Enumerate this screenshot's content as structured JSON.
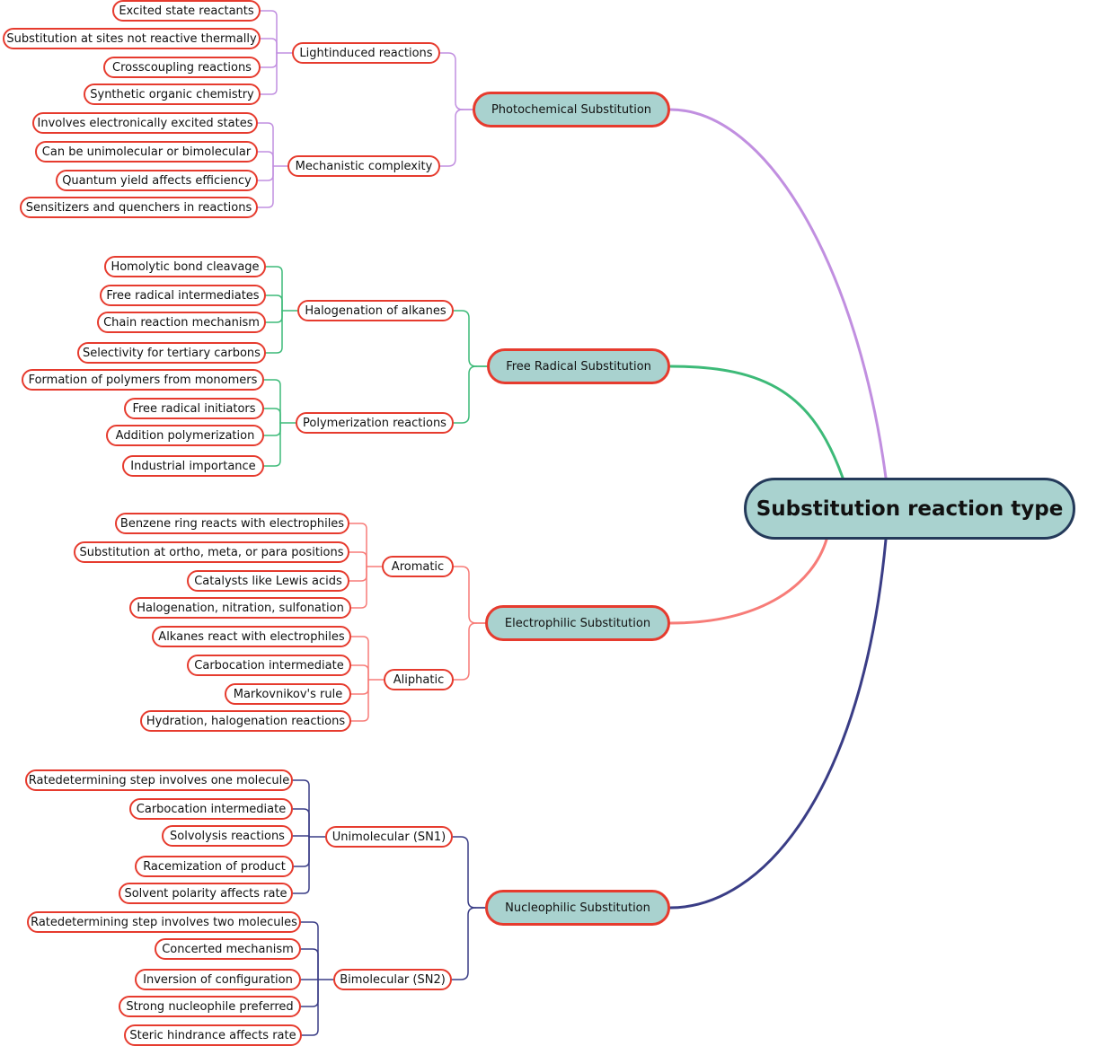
{
  "root": {
    "label": "Substitution reaction type"
  },
  "branches": [
    {
      "id": "photochemical",
      "label": "Photochemical Substitution",
      "color": "#c18fe0",
      "groups": [
        {
          "label": "Lightinduced reactions",
          "items": [
            "Excited state reactants",
            "Substitution at sites not reactive thermally",
            "Crosscoupling reactions",
            "Synthetic organic chemistry"
          ]
        },
        {
          "label": "Mechanistic complexity",
          "items": [
            "Involves electronically excited states",
            "Can be unimolecular or bimolecular",
            "Quantum yield affects efficiency",
            "Sensitizers and quenchers in reactions"
          ]
        }
      ]
    },
    {
      "id": "free-radical",
      "label": "Free Radical Substitution",
      "color": "#3dba78",
      "groups": [
        {
          "label": "Halogenation of alkanes",
          "items": [
            "Homolytic bond cleavage",
            "Free radical intermediates",
            "Chain reaction mechanism",
            "Selectivity for tertiary carbons"
          ]
        },
        {
          "label": "Polymerization reactions",
          "items": [
            "Formation of polymers from monomers",
            "Free radical initiators",
            "Addition polymerization",
            "Industrial importance"
          ]
        }
      ]
    },
    {
      "id": "electrophilic",
      "label": "Electrophilic Substitution",
      "color": "#f77c78",
      "groups": [
        {
          "label": "Aromatic",
          "items": [
            "Benzene ring reacts with electrophiles",
            "Substitution at ortho, meta, or para positions",
            "Catalysts like Lewis acids",
            "Halogenation, nitration, sulfonation"
          ]
        },
        {
          "label": "Aliphatic",
          "items": [
            "Alkanes react with electrophiles",
            "Carbocation intermediate",
            "Markovnikov's rule",
            "Hydration, halogenation reactions"
          ]
        }
      ]
    },
    {
      "id": "nucleophilic",
      "label": "Nucleophilic Substitution",
      "color": "#3a3d86",
      "groups": [
        {
          "label": "Unimolecular (SN1)",
          "items": [
            "Ratedetermining step involves one molecule",
            "Carbocation intermediate",
            "Solvolysis reactions",
            "Racemization of product",
            "Solvent polarity affects rate"
          ]
        },
        {
          "label": "Bimolecular (SN2)",
          "items": [
            "Ratedetermining step involves two molecules",
            "Concerted mechanism",
            "Inversion of configuration",
            "Strong nucleophile preferred",
            "Steric hindrance affects rate"
          ]
        }
      ]
    }
  ]
}
